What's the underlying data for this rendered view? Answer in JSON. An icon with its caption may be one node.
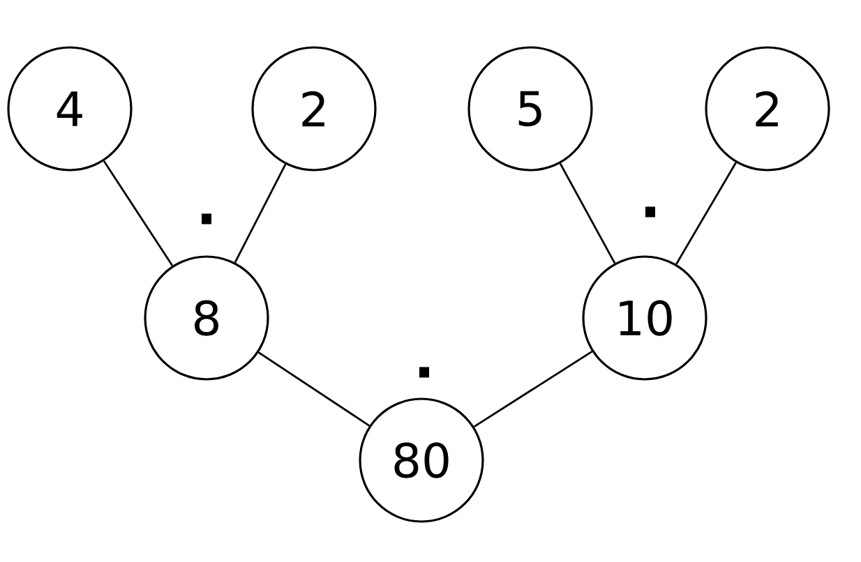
{
  "diagram": {
    "nodes": [
      {
        "text": [
          "4"
        ]
      },
      {
        "text": [
          "2"
        ]
      },
      {
        "text": [
          "5"
        ]
      },
      {
        "text": [
          "2"
        ]
      },
      {
        "text": [
          "8"
        ]
      },
      {
        "text": [
          "10"
        ]
      },
      {
        "text": [
          "80"
        ]
      }
    ],
    "edges": [
      {
        "from": 0,
        "to": 4,
        "arrow": "none"
      },
      {
        "from": 1,
        "to": 4,
        "arrow": "none"
      },
      {
        "from": 2,
        "to": 5,
        "arrow": "none"
      },
      {
        "from": 3,
        "to": 5,
        "arrow": "none"
      },
      {
        "from": 4,
        "to": 6,
        "arrow": "none"
      },
      {
        "from": 5,
        "to": 6,
        "arrow": "none"
      }
    ],
    "labels": [
      "·",
      "·",
      "·"
    ]
  }
}
